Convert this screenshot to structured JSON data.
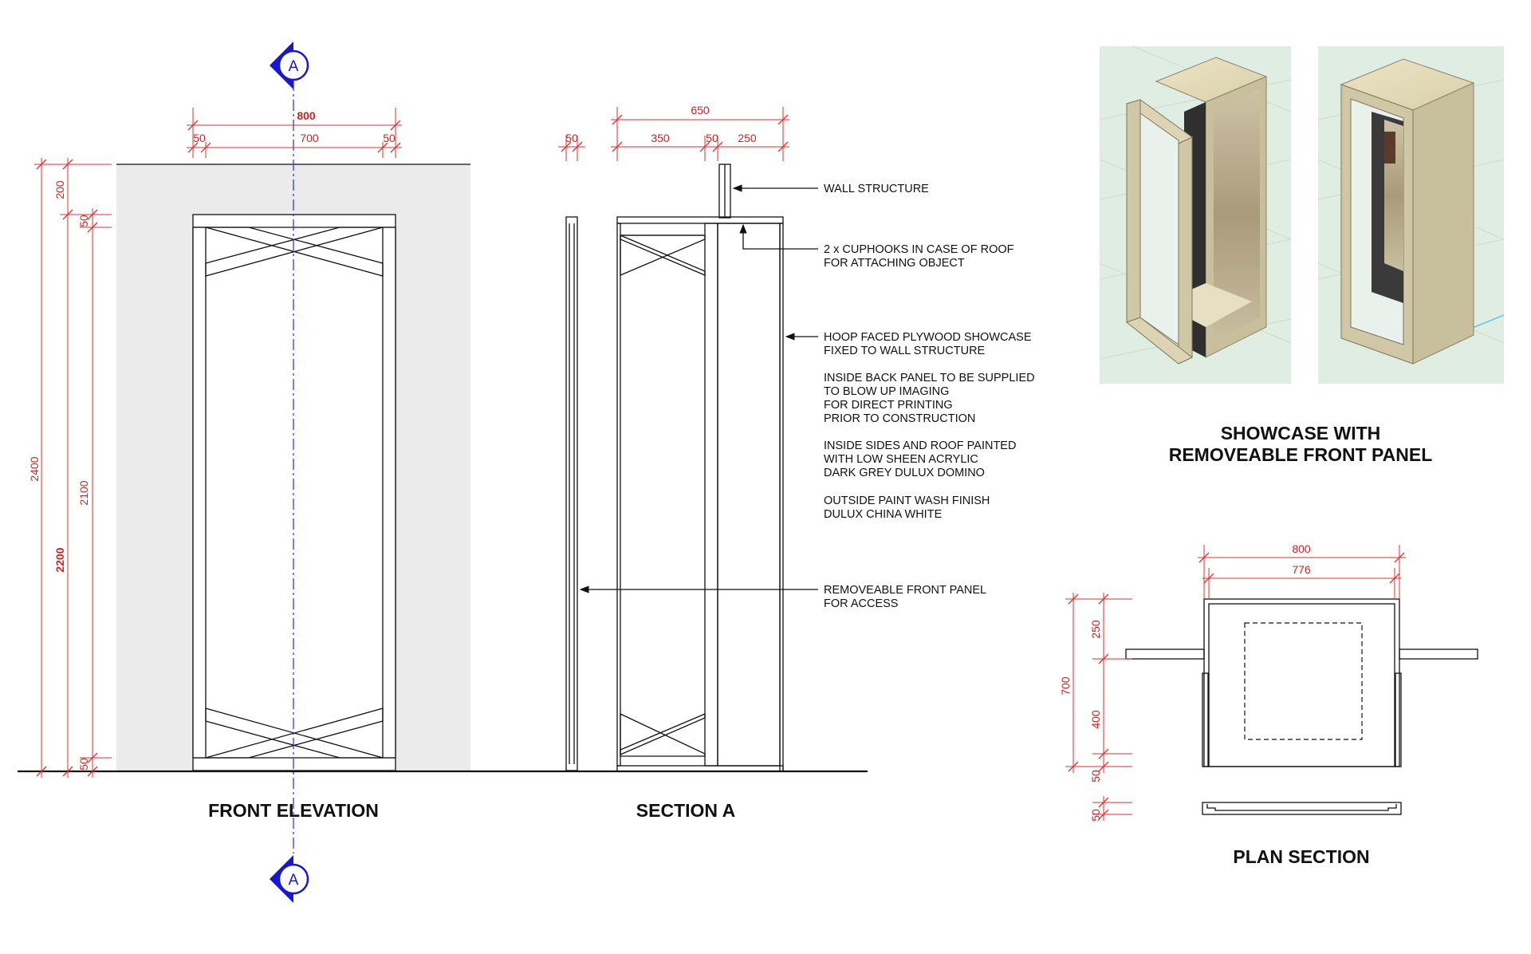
{
  "views": {
    "front_elevation": {
      "title": "FRONT ELEVATION",
      "dims": {
        "overall_width": "800",
        "side_left": "50",
        "inner_width": "700",
        "side_right": "50",
        "overall_height": "2400",
        "top_offset": "200",
        "top_rail": "50",
        "panel_height": "2100",
        "showcase_height": "2200",
        "bottom_rail": "50"
      }
    },
    "section_a": {
      "title": "SECTION A",
      "dims": {
        "front_panel": "50",
        "overall_depth": "650",
        "depth_front": "350",
        "depth_mid": "50",
        "depth_back": "250"
      },
      "notes": [
        "WALL STRUCTURE",
        "2 x CUPHOOKS IN CASE OF ROOF",
        "FOR ATTACHING OBJECT",
        "HOOP FACED PLYWOOD SHOWCASE",
        "FIXED TO WALL STRUCTURE",
        "INSIDE BACK PANEL TO BE SUPPLIED",
        "TO BLOW UP IMAGING",
        "FOR DIRECT PRINTING",
        "PRIOR TO CONSTRUCTION",
        "INSIDE SIDES AND ROOF PAINTED",
        "WITH LOW SHEEN ACRYLIC",
        "DARK GREY DULUX DOMINO",
        "OUTSIDE PAINT WASH FINISH",
        "DULUX CHINA WHITE",
        "REMOVEABLE FRONT PANEL",
        "FOR ACCESS"
      ]
    },
    "showcase_render": {
      "title_line1": "SHOWCASE WITH",
      "title_line2": "REMOVEABLE FRONT PANEL"
    },
    "plan_section": {
      "title": "PLAN SECTION",
      "dims": {
        "overall_width": "800",
        "inner_width": "776",
        "overall_depth": "700",
        "back_depth": "250",
        "front_depth": "400",
        "front_rail": "50",
        "panel": "50"
      }
    }
  },
  "section_marker": {
    "label_top": "A",
    "label_bottom": "A"
  },
  "colors": {
    "dimension": "#e03030",
    "section_marker": "#1818d0",
    "wall_fill": "#ebebeb",
    "render_bg": "#dfede3"
  }
}
